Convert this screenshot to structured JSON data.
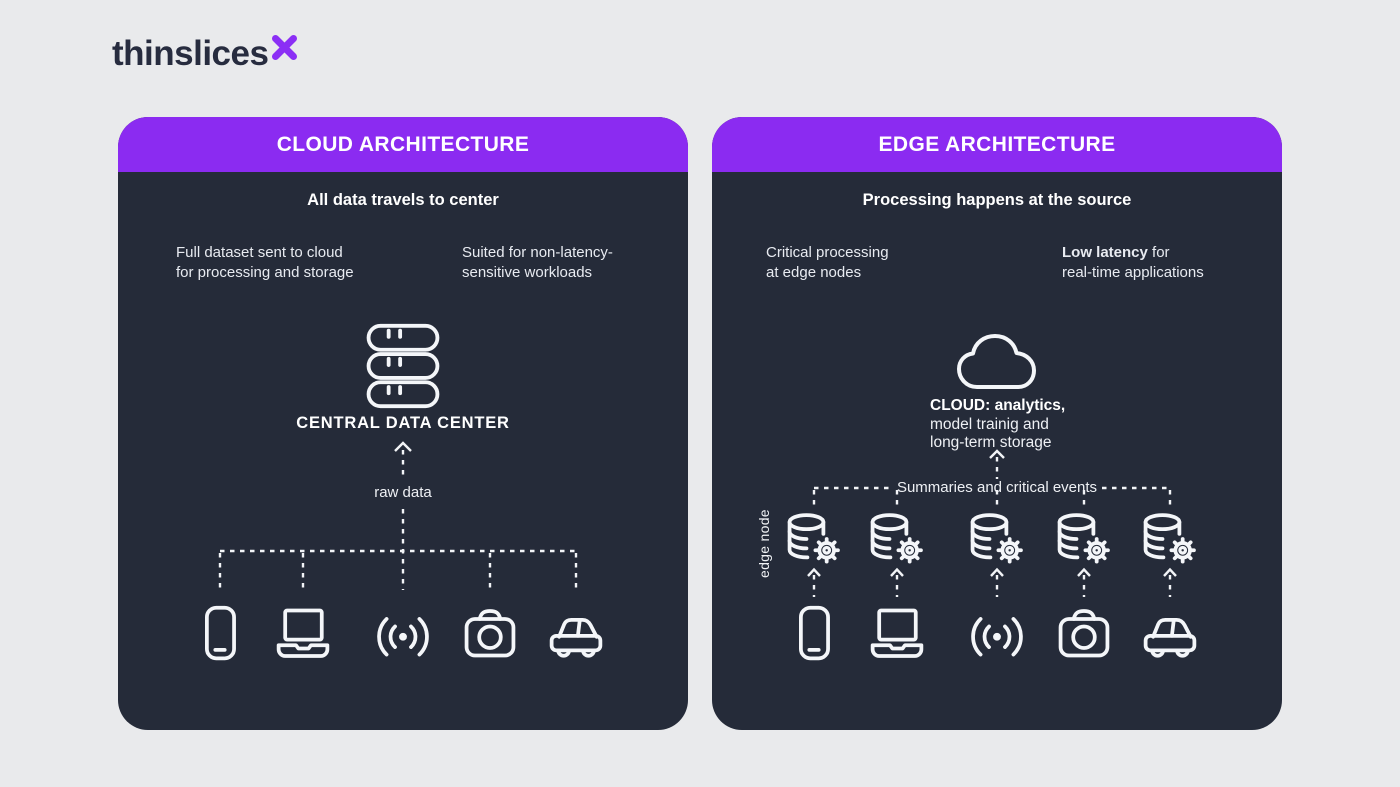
{
  "logo": {
    "text": "thinslices",
    "mark": "purple-x-mark"
  },
  "colors": {
    "background": "#e9eaec",
    "panel_bg": "#252b39",
    "accent_purple": "#8b2bf1",
    "logo_navy": "#272c3f",
    "text_light": "#eef0f4",
    "icon_stroke": "#f4f6f9"
  },
  "panels": {
    "cloud": {
      "title": "CLOUD ARCHITECTURE",
      "subtitle": "All data travels to center",
      "point1_line1": "Full dataset sent to cloud",
      "point1_line2": "for processing and storage",
      "point2_line1": "Suited for non-latency-",
      "point2_line2": "sensitive workloads",
      "center_icon": "server-stack-icon",
      "center_label": "CENTRAL DATA CENTER",
      "flow_label": "raw data",
      "devices": [
        "phone-icon",
        "laptop-icon",
        "iot-signal-icon",
        "camera-icon",
        "car-icon"
      ]
    },
    "edge": {
      "title": "EDGE ARCHITECTURE",
      "subtitle": "Processing happens at the source",
      "point1_line1": "Critical processing",
      "point1_line2": "at edge nodes",
      "point2_bold": "Low latency",
      "point2_rest": " for",
      "point2_line2": "real-time applications",
      "cloud_icon": "cloud-icon",
      "cloud_caption_line1": "CLOUD: analytics,",
      "cloud_caption_line2": "model trainig and",
      "cloud_caption_line3": "long-term storage",
      "flow_label": "Summaries and critical events",
      "edge_node_label": "edge node",
      "edge_nodes": [
        "edge-node-icon",
        "edge-node-icon",
        "edge-node-icon",
        "edge-node-icon",
        "edge-node-icon"
      ],
      "devices": [
        "phone-icon",
        "laptop-icon",
        "iot-signal-icon",
        "camera-icon",
        "car-icon"
      ]
    }
  }
}
